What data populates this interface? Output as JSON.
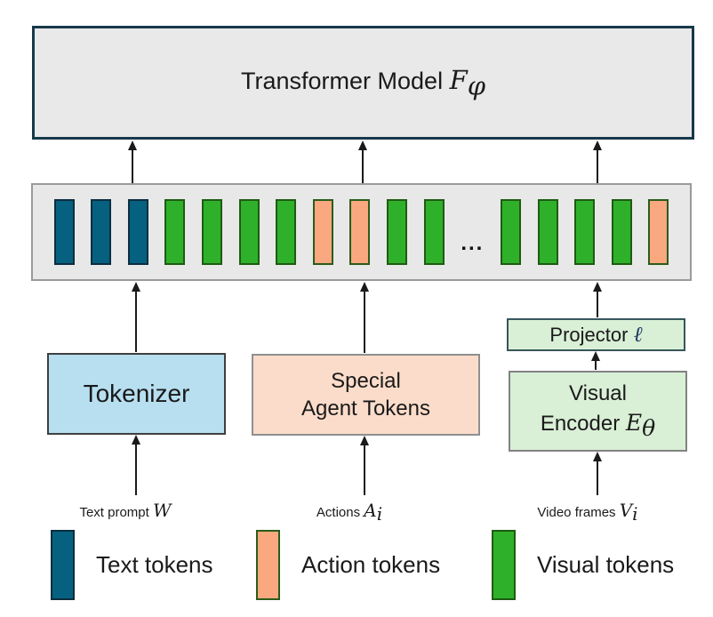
{
  "model_box": {
    "label_text": "Transformer Model ",
    "math": "F",
    "sub": "φ"
  },
  "token_bar": {
    "tokens": [
      "text",
      "text",
      "text",
      "visual",
      "visual",
      "visual",
      "visual",
      "action",
      "action",
      "visual",
      "visual",
      "ellipsis",
      "visual",
      "visual",
      "visual",
      "visual",
      "action"
    ],
    "ellipsis": "..."
  },
  "token_styles": {
    "text": {
      "fill": "#06607f",
      "border": "#0b2e3f"
    },
    "action": {
      "fill": "#f9a87f",
      "border": "#2a5c1a"
    },
    "visual": {
      "fill": "#2fb02a",
      "border": "#1d5c12"
    }
  },
  "boxes": {
    "tokenizer": {
      "label": "Tokenizer",
      "fill": "#b7dff0"
    },
    "special_agent": {
      "line1": "Special",
      "line2": "Agent Tokens",
      "fill": "#fbdcca"
    },
    "projector": {
      "label_text": "Projector ",
      "math": "ℓ",
      "fill": "#d9efd6"
    },
    "visual_encoder": {
      "line1": "Visual",
      "line2_text": "Encoder ",
      "math": "E",
      "sub": "θ",
      "fill": "#d9efd6"
    }
  },
  "inputs": {
    "text_prompt": {
      "text": "Text prompt ",
      "math": "W"
    },
    "actions": {
      "text": "Actions ",
      "math": "A",
      "sub": "i"
    },
    "video_frames": {
      "text": "Video frames ",
      "math": "V",
      "sub": "i"
    }
  },
  "legend": {
    "items": [
      {
        "label": "Text tokens",
        "type": "text"
      },
      {
        "label": "Action tokens",
        "type": "action"
      },
      {
        "label": "Visual tokens",
        "type": "visual"
      }
    ]
  },
  "colors": {
    "model_box_fill": "#e9e9e9",
    "model_box_border": "#17394a",
    "token_bar_fill": "#e8e8e8",
    "token_bar_border": "#9a9a9a",
    "arrow": "#1a1a1a"
  }
}
